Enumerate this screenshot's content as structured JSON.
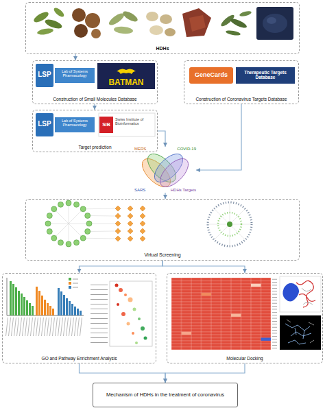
{
  "diagram": {
    "nodes": [
      {
        "text": [
          "HDHs"
        ]
      },
      {
        "text": [
          "Construction of Small Molecules Database"
        ]
      },
      {
        "text": [
          "Target prediction"
        ]
      },
      {
        "text": [
          "Construction of Coronavirus Targets Database"
        ]
      },
      {
        "text": [
          "MERS",
          "COVID-19",
          "SARS",
          "HDHs Targets"
        ]
      },
      {
        "text": [
          "Virtual Screening"
        ]
      },
      {
        "text": [
          "GO and Pathway Enrichment Analysis"
        ]
      },
      {
        "text": [
          "Molecular Docking"
        ]
      },
      {
        "text": [
          "Mechanism of HDHs in the treatment of coronavirus"
        ]
      }
    ],
    "edges": [
      {
        "from": 0,
        "to": 1,
        "arrow": "to"
      },
      {
        "from": 1,
        "to": 2,
        "arrow": "to"
      },
      {
        "from": 2,
        "to": 4,
        "arrow": "to"
      },
      {
        "from": 3,
        "to": 4,
        "arrow": "to"
      },
      {
        "from": 4,
        "to": 5,
        "arrow": "to"
      },
      {
        "from": 5,
        "to": 6,
        "arrow": "to"
      },
      {
        "from": 5,
        "to": 7,
        "arrow": "to"
      },
      {
        "from": 6,
        "to": 8,
        "arrow": "to"
      },
      {
        "from": 7,
        "to": 8,
        "arrow": "to"
      }
    ],
    "labels": [
      "LSP",
      "Lab of Systems Pharmacology",
      "BATMAN",
      "LSP",
      "Lab of Systems Pharmacology",
      "SIB",
      "Swiss Institute of Bioinformatics",
      "GeneCards",
      "Therapeutic Targets Database"
    ]
  }
}
